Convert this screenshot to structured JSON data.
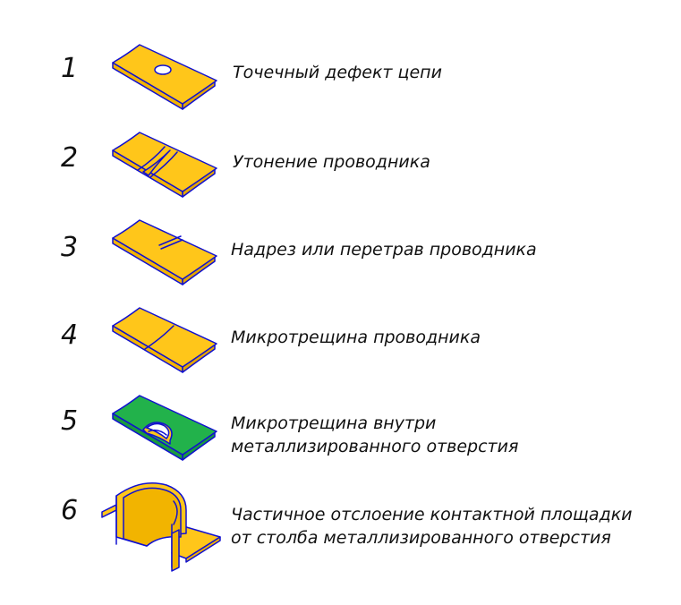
{
  "items": [
    {
      "number": "1",
      "caption": "Точечный дефект цепи"
    },
    {
      "number": "2",
      "caption": "Утонение проводника"
    },
    {
      "number": "3",
      "caption": "Надрез или перетрав проводника"
    },
    {
      "number": "4",
      "caption": "Микротрещина проводника"
    },
    {
      "number": "5",
      "caption_line1": "Микротрещина внутри",
      "caption_line2": "металлизированного отверстия"
    },
    {
      "number": "6",
      "caption_line1": "Частичное отслоение контактной площадки",
      "caption_line2": "от столба металлизированного отверстия"
    }
  ],
  "colors": {
    "conductor": "#FFC61A",
    "outline": "#1010D0",
    "pad_green": "#22B24B"
  }
}
